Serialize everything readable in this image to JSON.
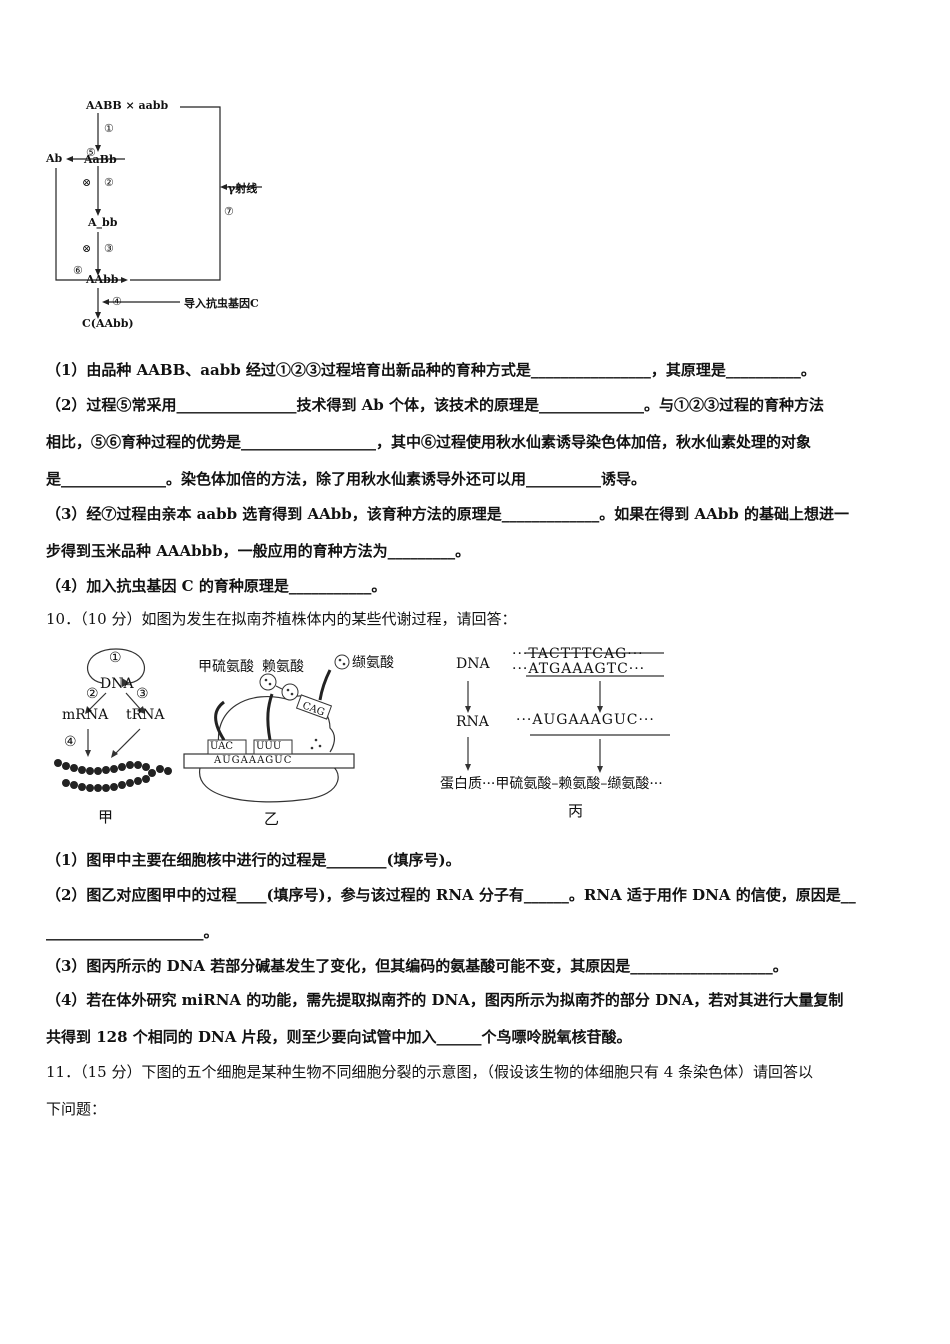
{
  "fig1": {
    "cross": "AABB × aabb",
    "c1": "①",
    "aabb": "AaBb",
    "c5": "⑤",
    "ab": "Ab",
    "self2": "⊗",
    "c2": "②",
    "gamma": "γ射线",
    "c7": "⑦",
    "a_bb": "A_bb",
    "self3": "⊗",
    "c3": "③",
    "c6": "⑥",
    "aabb2": "AAbb",
    "c4": "④",
    "import": "导入抗虫基因C",
    "result": "C(AAbb)"
  },
  "q9": {
    "p1": "（1）由品种 AABB、aabb 经过①②③过程培育出新品种的育种方式是________________，其原理是__________。",
    "p2a": "（2）过程⑤常采用________________技术得到 Ab 个体，该技术的原理是______________。与①②③过程的育种方法",
    "p2b": "相比，⑤⑥育种过程的优势是__________________，其中⑥过程使用秋水仙素诱导染色体加倍，秋水仙素处理的对象",
    "p2c": "是______________。染色体加倍的方法，除了用秋水仙素诱导外还可以用__________诱导。",
    "p3a": "（3）经⑦过程由亲本 aabb 选育得到 AAbb，该育种方法的原理是_____________。如果在得到 AAbb 的基础上想进一",
    "p3b": "步得到玉米品种 AAAbbb，一般应用的育种方法为_________。",
    "p4": "（4）加入抗虫基因 C 的育种原理是___________。"
  },
  "q10": {
    "title": "10．（10 分）如图为发生在拟南芥植株体内的某些代谢过程，请回答：",
    "jia": {
      "c1": "①",
      "dna": "DNA",
      "c2": "②",
      "c3": "③",
      "mrna": "mRNA",
      "trna": "tRNA",
      "c4": "④",
      "label": "甲"
    },
    "yi": {
      "met": "甲硫氨酸",
      "lys": "赖氨酸",
      "val": "缬氨酸",
      "cag": "CAG",
      "uac": "UAC",
      "uuu": "UUU",
      "mrna": "AUGAAAGUC",
      "label": "乙"
    },
    "bing": {
      "dna": "DNA",
      "top": "···TACTTTCAG···",
      "bottom": "···ATGAAAGTC···",
      "rna": "RNA",
      "rnaseq": "···AUGAAAGUC···",
      "protein": "蛋白质···甲硫氨酸–赖氨酸–缬氨酸···",
      "label": "丙"
    },
    "p1": "（1）图甲中主要在细胞核中进行的过程是________(填序号)。",
    "p2a": "（2）图乙对应图甲中的过程____(填序号)，参与该过程的 RNA 分子有______。RNA 适于用作 DNA 的信使，原因是__",
    "p2b": "_____________________。",
    "p3": "（3）图丙所示的 DNA 若部分碱基发生了变化，但其编码的氨基酸可能不变，其原因是___________________。",
    "p4a": "（4）若在体外研究 miRNA 的功能，需先提取拟南芥的 DNA，图丙所示为拟南芥的部分 DNA，若对其进行大量复制",
    "p4b": "共得到 128 个相同的 DNA 片段，则至少要向试管中加入______个鸟嘌呤脱氧核苷酸。"
  },
  "q11": {
    "line1": "11．（15 分）下图的五个细胞是某种生物不同细胞分裂的示意图，（假设该生物的体细胞只有 4 条染色体）请回答以",
    "line2": "下问题："
  }
}
